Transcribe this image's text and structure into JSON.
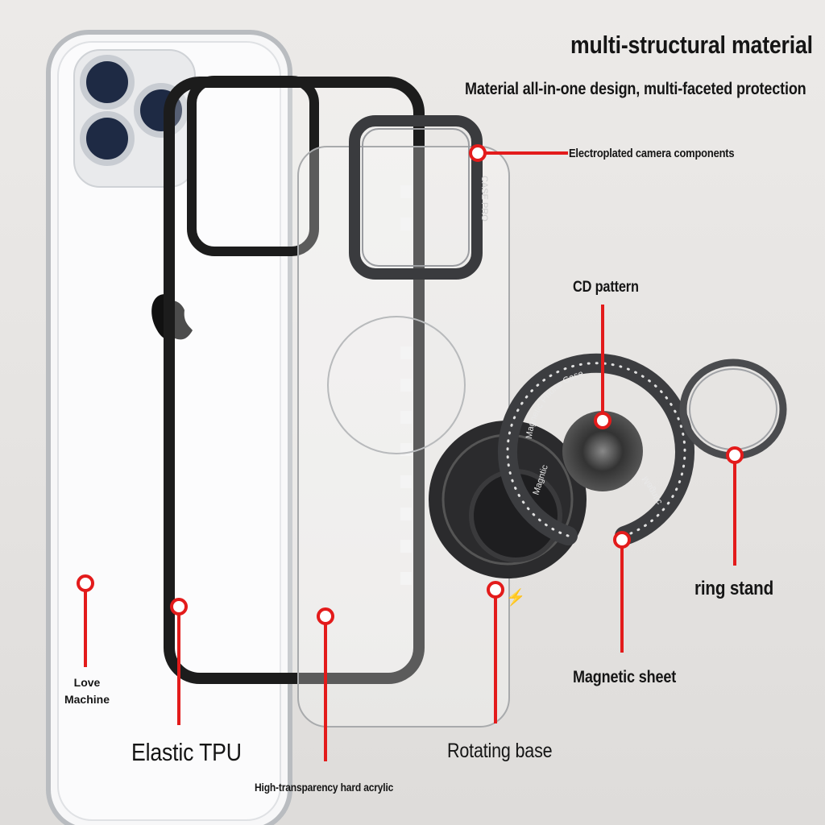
{
  "header": {
    "title": "multi-structural material",
    "subtitle": "Material all-in-one design, multi-faceted protection"
  },
  "callouts": {
    "electroplated": "Electroplated camera components",
    "cd_pattern": "CD pattern",
    "ring_stand": "ring stand",
    "magnetic_sheet": "Magnetic sheet",
    "rotating_base": "Rotating base",
    "acrylic": "High-transparency hard acrylic",
    "tpu": "Elastic TPU",
    "love_machine_line1": "Love",
    "love_machine_line2": "Machine"
  },
  "product_markings": {
    "bracket_text": "CASE PRO",
    "ring_text_top": "Magnetic Phone Case",
    "ring_text_left": "Magntic",
    "ring_text_right": "Magntic"
  },
  "colors": {
    "accent": "#e31b1b",
    "frame": "#1c1c1c",
    "background": "#e8e6e4"
  }
}
